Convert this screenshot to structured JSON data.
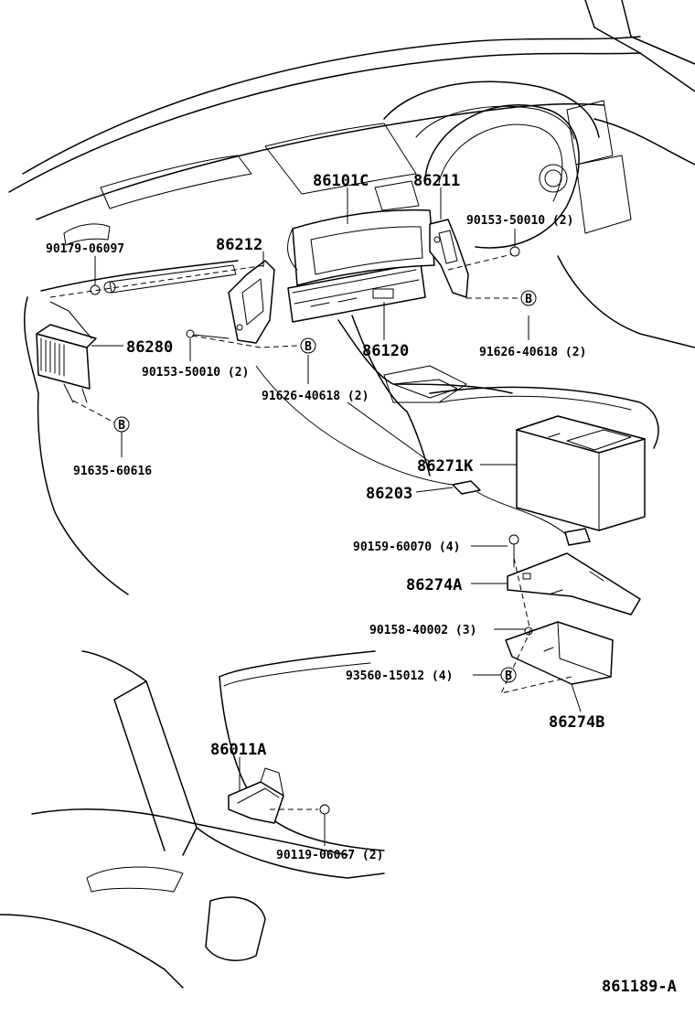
{
  "callouts": {
    "p86101C": "86101C",
    "p86211": "86211",
    "p90179_06097": "90179-06097",
    "p90153_50010_r": "90153-50010 (2)",
    "p86212": "86212",
    "p86280": "86280",
    "p90153_50010_l": "90153-50010 (2)",
    "p91626_40618_l": "91626-40618 (2)",
    "p91626_40618_r": "91626-40618 (2)",
    "p86120": "86120",
    "p91635_60616": "91635-60616",
    "p86271K": "86271K",
    "p86203": "86203",
    "p90159_60070": "90159-60070 (4)",
    "p86274A": "86274A",
    "p90158_40002": "90158-40002 (3)",
    "p93560_15012": "93560-15012 (4)",
    "p86274B": "86274B",
    "p86011A": "86011A",
    "p90119_06067": "90119-06067 (2)"
  },
  "markers": {
    "b": "B"
  },
  "diagram_id": "861189-A"
}
